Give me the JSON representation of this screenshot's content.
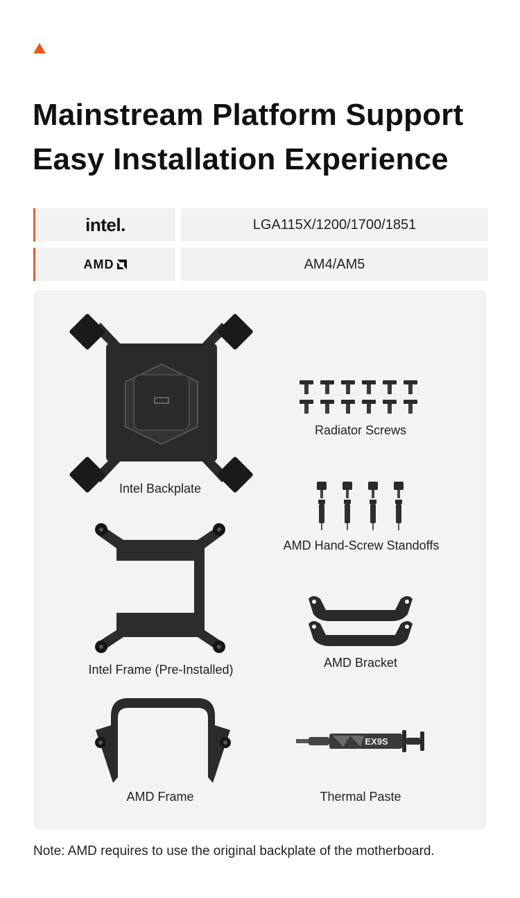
{
  "header": {
    "title_line1": "Mainstream Platform Support",
    "title_line2": "Easy Installation Experience"
  },
  "compatibility": {
    "rows": [
      {
        "brand": "intel.",
        "sockets": "LGA115X/1200/1700/1851"
      },
      {
        "brand": "AMD",
        "sockets": "AM4/AM5"
      }
    ]
  },
  "accessories": {
    "items": [
      {
        "label": "Intel Backplate"
      },
      {
        "label": "Radiator Screws"
      },
      {
        "label": "AMD Hand-Screw Standoffs"
      },
      {
        "label": "Intel Frame (Pre-Installed)"
      },
      {
        "label": "AMD Bracket"
      },
      {
        "label": "AMD Frame"
      },
      {
        "label": "Thermal Paste"
      }
    ],
    "paste_brand": "EX9S"
  },
  "note": "Note: AMD requires to use the original backplate of the motherboard.",
  "colors": {
    "accent": "#e8581c",
    "row_bg": "#f2f2f2",
    "panel_bg": "#f3f3f3"
  }
}
